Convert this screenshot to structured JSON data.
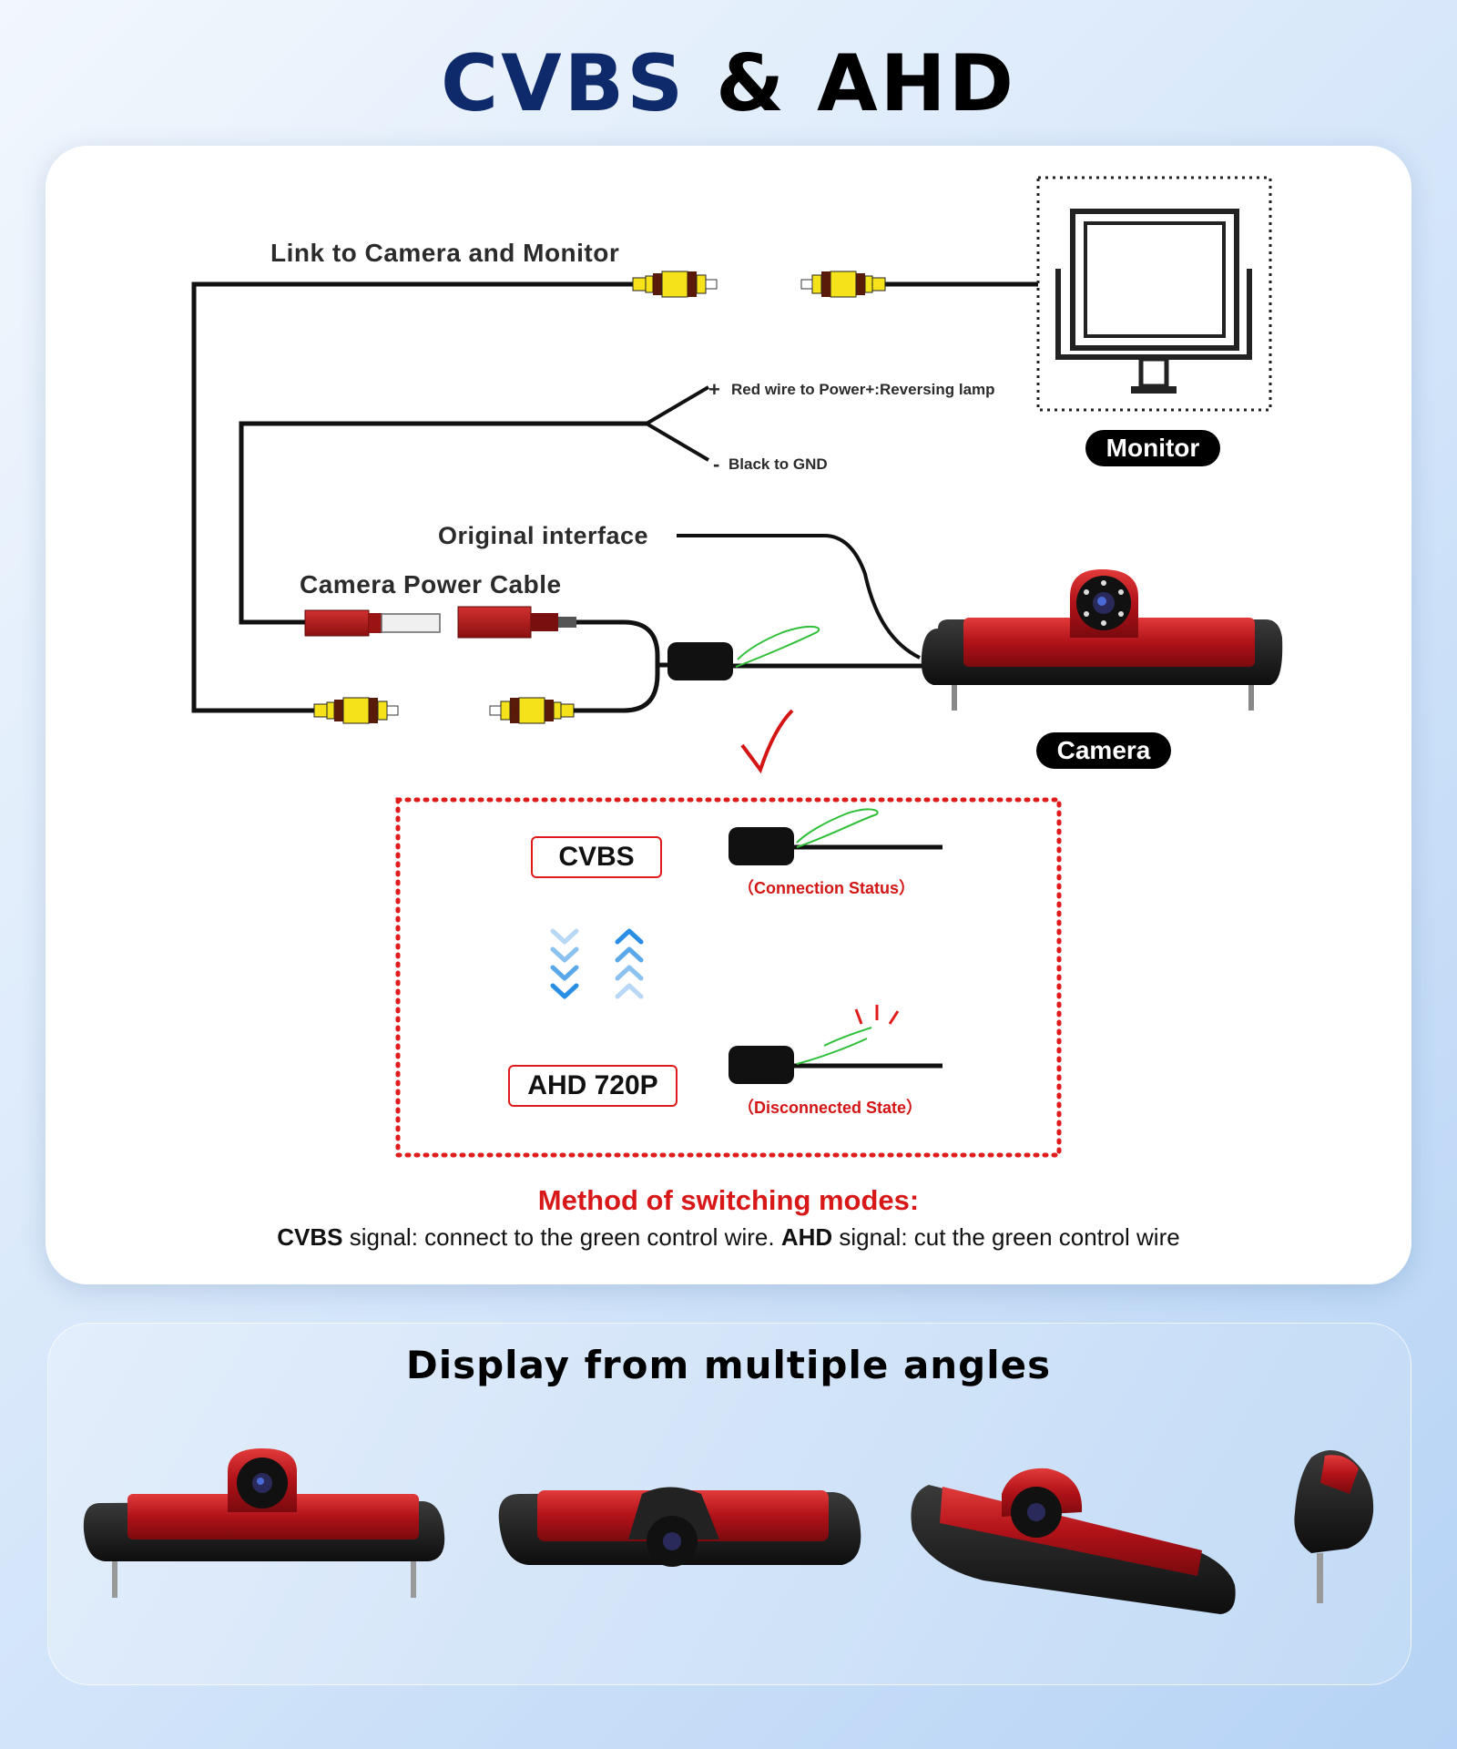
{
  "title": {
    "part1": "CVBS",
    "part2": "& AHD"
  },
  "diagram": {
    "link_label": "Link to Camera and Monitor",
    "red_wire_label": "Red wire to Power+:Reversing lamp",
    "black_wire_label": "Black to GND",
    "original_interface_label": "Original interface",
    "power_cable_label": "Camera Power Cable",
    "monitor_label": "Monitor",
    "camera_label": "Camera",
    "plus_sign": "+",
    "minus_sign": "-"
  },
  "modes": {
    "cvbs_label": "CVBS",
    "cvbs_state": "（Connection Status）",
    "ahd_label": "AHD 720P",
    "ahd_state": "（Disconnected State）"
  },
  "method": {
    "title": "Method of switching modes:",
    "cvbs_bold": "CVBS",
    "cvbs_text": " signal: connect to the green control wire. ",
    "ahd_bold": "AHD",
    "ahd_text": " signal: cut the green control wire"
  },
  "angles": {
    "title": "Display from multiple angles"
  },
  "colors": {
    "rca_yellow": "#f5e21a",
    "rca_brown": "#5a1a0a",
    "power_red": "#b01818",
    "lens_red": "#c0151b",
    "control_wire_green": "#2fbf3a",
    "dotted_border": "#e01b1b",
    "title_navy": "#0f2a6a"
  }
}
